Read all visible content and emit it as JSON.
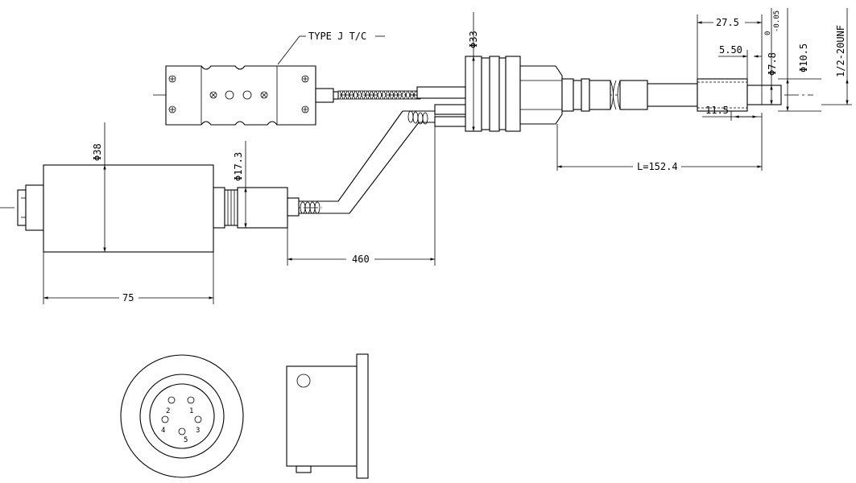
{
  "labels": {
    "thermocouple_type": "TYPE J T/C",
    "dia_flange": "Φ33",
    "dia_housing": "Φ38",
    "dia_neck": "Φ17.3",
    "dia_tip": "Φ10.5",
    "dia_stem_main": "Φ7.8",
    "dia_stem_tol_upper": "0",
    "dia_stem_tol_lower": "-0.05",
    "thread": "1/2-20UNF",
    "len_tip_total": "27.5",
    "len_tip_step": "5.50",
    "len_thread": "11.5",
    "len_stem": "L=152.4",
    "len_cable": "460",
    "len_housing": "75",
    "pin_1": "1",
    "pin_2": "2",
    "pin_3": "3",
    "pin_4": "4",
    "pin_5": "5"
  }
}
